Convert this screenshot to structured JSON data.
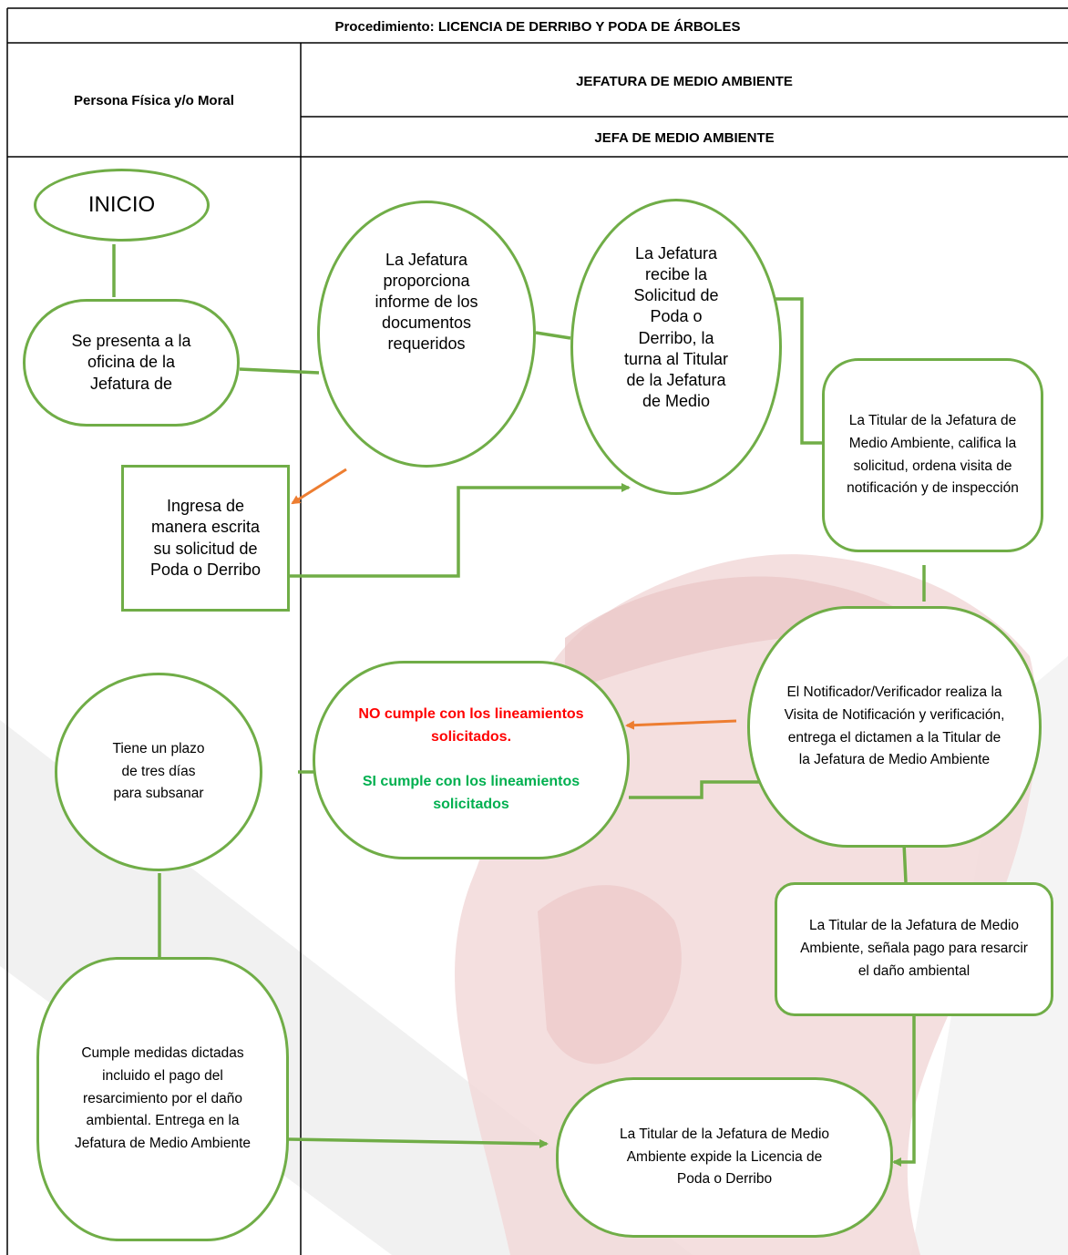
{
  "header": {
    "procedure_title": "Procedimiento: LICENCIA DE DERRIBO Y PODA DE ÁRBOLES",
    "lane_left": "Persona Física y/o Moral",
    "lane_right_top": "JEFATURA DE MEDIO AMBIENTE",
    "lane_right_sub": "JEFA DE MEDIO AMBIENTE"
  },
  "nodes": {
    "inicio": "INICIO",
    "presenta": "Se presenta a la oficina de la Jefatura de",
    "proporciona": "La Jefatura proporciona informe de los documentos requeridos",
    "recibe": "La Jefatura recibe la Solicitud de Poda o Derribo, la turna al Titular de la Jefatura de Medio",
    "califica": "La Titular de la Jefatura de Medio Ambiente, califica la solicitud, ordena visita de notificación y de inspección",
    "ingresa": "Ingresa de manera escrita su solicitud de Poda o Derribo",
    "notificador": "El Notificador/Verificador realiza la Visita de Notificación y verificación, entrega el dictamen a la Titular de la Jefatura de Medio Ambiente",
    "no_cumple": "NO cumple con los lineamientos solicitados.",
    "si_cumple": "SI cumple con los lineamientos solicitados",
    "plazo": "Tiene un plazo de tres días para subsanar",
    "senala_pago": "La Titular de la Jefatura de Medio Ambiente, señala pago para resarcir el daño ambiental",
    "cumple_medidas": "Cumple medidas dictadas incluido el pago del resarcimiento por el daño ambiental. Entrega en la Jefatura de Medio Ambiente",
    "expide": "La Titular de la Jefatura de Medio Ambiente expide la Licencia de Poda o Derribo"
  },
  "colors": {
    "node_border": "#70ad47",
    "arrow_orange": "#ed7d31",
    "text_red": "#ff0000",
    "text_green": "#00b050",
    "watermark": "#f3d7d7"
  }
}
